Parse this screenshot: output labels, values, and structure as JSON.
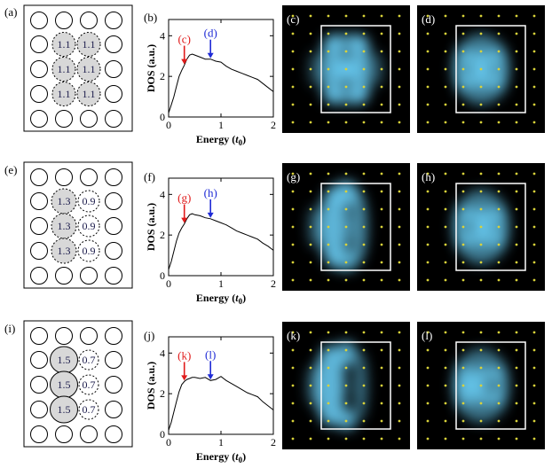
{
  "colors": {
    "red": "#e01b1b",
    "blue": "#1f2bd6",
    "site_fill": "#d8d8d8",
    "map_glow": "#66c8ee",
    "map_dot": "#d8d23a"
  },
  "rows": [
    {
      "lattice_label": "(a)",
      "dos_label": "(b)",
      "map_labels": [
        "(c)",
        "(d)"
      ],
      "site_values": [
        "1.1",
        "1.1"
      ],
      "arrows": [
        {
          "label": "(c)",
          "color": "red",
          "energy": 0.3
        },
        {
          "label": "(d)",
          "color": "blue",
          "energy": 0.8
        }
      ]
    },
    {
      "lattice_label": "(e)",
      "dos_label": "(f)",
      "map_labels": [
        "(g)",
        "(h)"
      ],
      "site_values": [
        "1.3",
        "0.9"
      ],
      "arrows": [
        {
          "label": "(g)",
          "color": "red",
          "energy": 0.3
        },
        {
          "label": "(h)",
          "color": "blue",
          "energy": 0.8
        }
      ]
    },
    {
      "lattice_label": "(i)",
      "dos_label": "(j)",
      "map_labels": [
        "(k)",
        "(l)"
      ],
      "site_values": [
        "1.5",
        "0.7"
      ],
      "arrows": [
        {
          "label": "(k)",
          "color": "red",
          "energy": 0.3
        },
        {
          "label": "(l)",
          "color": "blue",
          "energy": 0.8
        }
      ]
    }
  ],
  "chart_data": [
    {
      "type": "line",
      "xlabel": "Energy (t0)",
      "ylabel": "DOS (a.u.)",
      "xlim": [
        0,
        2
      ],
      "ylim": [
        0,
        4.8
      ],
      "xticks": [
        "0",
        "1",
        "2"
      ],
      "yticks": [
        "0",
        "2",
        "4"
      ],
      "x": [
        0,
        0.05,
        0.1,
        0.15,
        0.2,
        0.25,
        0.3,
        0.35,
        0.4,
        0.45,
        0.5,
        0.6,
        0.7,
        0.8,
        0.9,
        1.0,
        1.1,
        1.2,
        1.3,
        1.4,
        1.5,
        1.6,
        1.7,
        1.8,
        1.9,
        2.0
      ],
      "series": [
        {
          "values": [
            0.2,
            0.6,
            1.0,
            1.5,
            2.0,
            2.3,
            2.55,
            2.85,
            3.05,
            3.1,
            3.05,
            2.95,
            2.85,
            2.85,
            2.75,
            2.7,
            2.5,
            2.35,
            2.25,
            2.15,
            2.05,
            1.95,
            1.85,
            1.65,
            1.45,
            1.25
          ]
        }
      ]
    },
    {
      "type": "line",
      "xlabel": "Energy (t0)",
      "ylabel": "DOS (a.u.)",
      "xlim": [
        0,
        2
      ],
      "ylim": [
        0,
        4.8
      ],
      "xticks": [
        "0",
        "1",
        "2"
      ],
      "yticks": [
        "0",
        "2",
        "4"
      ],
      "x": [
        0,
        0.05,
        0.1,
        0.15,
        0.2,
        0.25,
        0.3,
        0.35,
        0.4,
        0.45,
        0.5,
        0.6,
        0.7,
        0.8,
        0.9,
        1.0,
        1.1,
        1.2,
        1.3,
        1.4,
        1.5,
        1.6,
        1.7,
        1.8,
        1.9,
        2.0
      ],
      "series": [
        {
          "values": [
            0.3,
            0.7,
            1.2,
            1.7,
            2.1,
            2.35,
            2.55,
            2.8,
            3.0,
            3.05,
            3.0,
            2.95,
            2.85,
            2.8,
            2.7,
            2.6,
            2.5,
            2.35,
            2.2,
            2.1,
            2.0,
            1.9,
            1.8,
            1.6,
            1.45,
            1.25
          ]
        }
      ]
    },
    {
      "type": "line",
      "xlabel": "Energy (t0)",
      "ylabel": "DOS (a.u.)",
      "xlim": [
        0,
        2
      ],
      "ylim": [
        0,
        4.8
      ],
      "xticks": [
        "0",
        "1",
        "2"
      ],
      "yticks": [
        "0",
        "2",
        "4"
      ],
      "x": [
        0,
        0.05,
        0.1,
        0.15,
        0.2,
        0.25,
        0.3,
        0.35,
        0.4,
        0.45,
        0.5,
        0.6,
        0.7,
        0.8,
        0.9,
        1.0,
        1.1,
        1.2,
        1.3,
        1.4,
        1.5,
        1.6,
        1.7,
        1.8,
        1.9,
        2.0
      ],
      "series": [
        {
          "values": [
            0.2,
            0.6,
            1.1,
            1.6,
            2.1,
            2.45,
            2.6,
            2.7,
            2.75,
            2.8,
            2.8,
            2.75,
            2.8,
            2.65,
            2.7,
            2.85,
            2.65,
            2.5,
            2.35,
            2.2,
            2.05,
            1.95,
            1.85,
            1.6,
            1.4,
            1.2
          ]
        }
      ]
    }
  ]
}
